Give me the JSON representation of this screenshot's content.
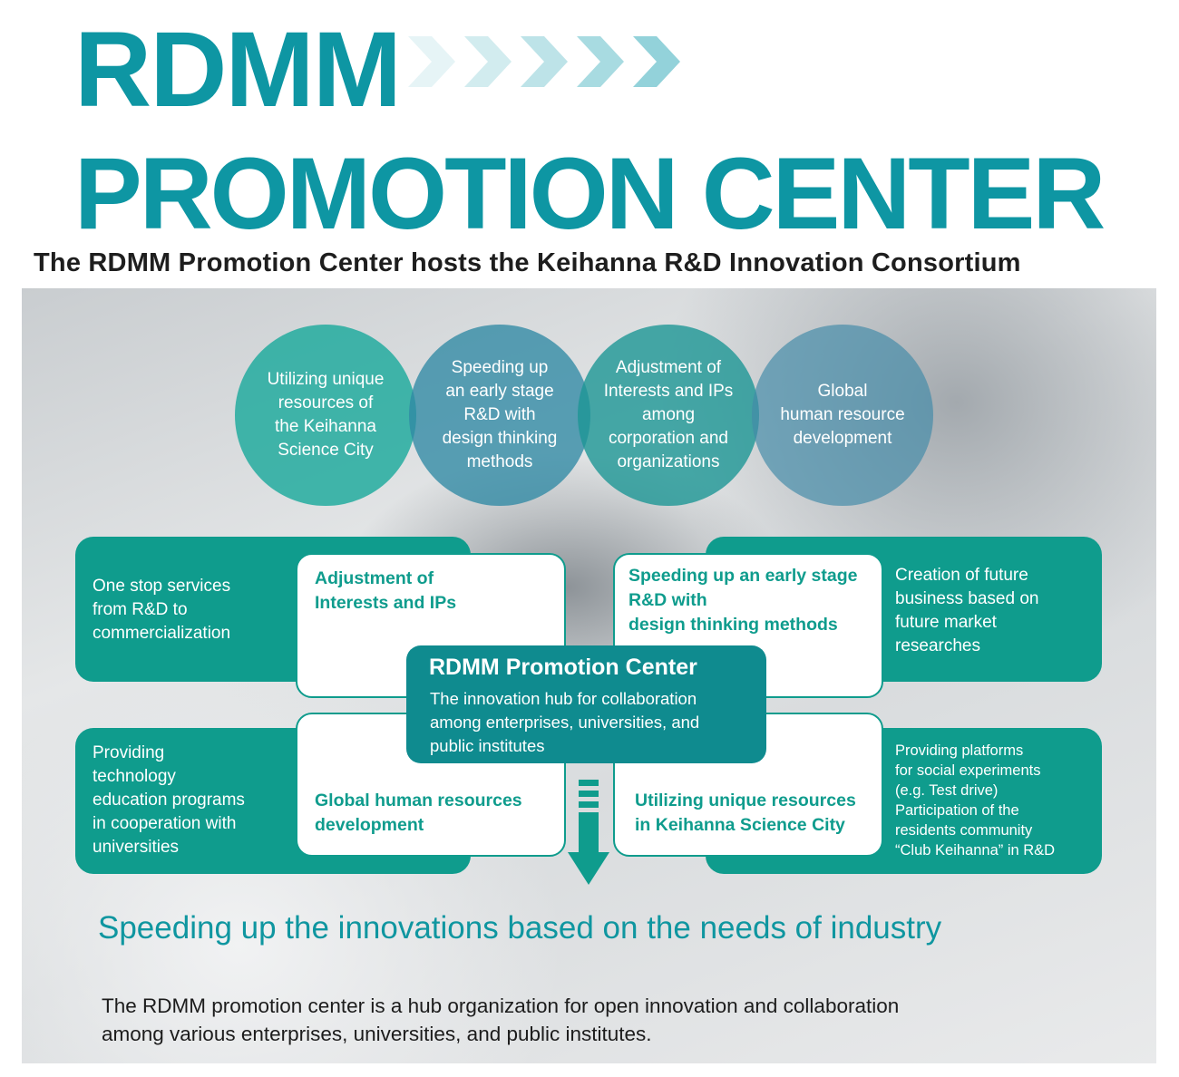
{
  "header": {
    "title_line1": "RDMM",
    "title_line2": "PROMOTION CENTER",
    "subtitle": "The RDMM Promotion Center hosts the Keihanna R&D Innovation Consortium"
  },
  "colors": {
    "primary_teal": "#0f9c8d",
    "title_teal": "#0e96a3",
    "text_dark": "#1e1e1e"
  },
  "circles": [
    "Utilizing unique\nresources of\nthe Keihanna\nScience City",
    "Speeding up\nan early stage\nR&D with\ndesign thinking\nmethods",
    "Adjustment of\nInterests and IPs\namong\ncorporation and\norganizations",
    "Global\nhuman resource\ndevelopment"
  ],
  "outer_boxes": {
    "top_left": "One stop services\nfrom R&D to\ncommercialization",
    "top_right": "Creation of future\nbusiness based on\nfuture market\nresearches",
    "bottom_left": "Providing\ntechnology\neducation programs\nin cooperation with\nuniversities",
    "bottom_right": "Providing platforms\nfor social experiments\n(e.g. Test drive)\nParticipation of the\nresidents community\n“Club Keihanna” in R&D"
  },
  "inner_boxes": {
    "top_left": "Adjustment of\nInterests and IPs",
    "top_right": "Speeding up an early stage\nR&D with\ndesign thinking methods",
    "bottom_left": "Global human resources\ndevelopment",
    "bottom_right": "Utilizing unique resources\nin Keihanna Science City"
  },
  "center": {
    "title": "RDMM Promotion Center",
    "description": "The innovation hub for collaboration\namong enterprises, universities, and\npublic institutes"
  },
  "tagline": "Speeding up the innovations based on the needs of industry",
  "footer": "The RDMM promotion center is a hub organization for open innovation and collaboration\namong various enterprises, universities, and public institutes."
}
